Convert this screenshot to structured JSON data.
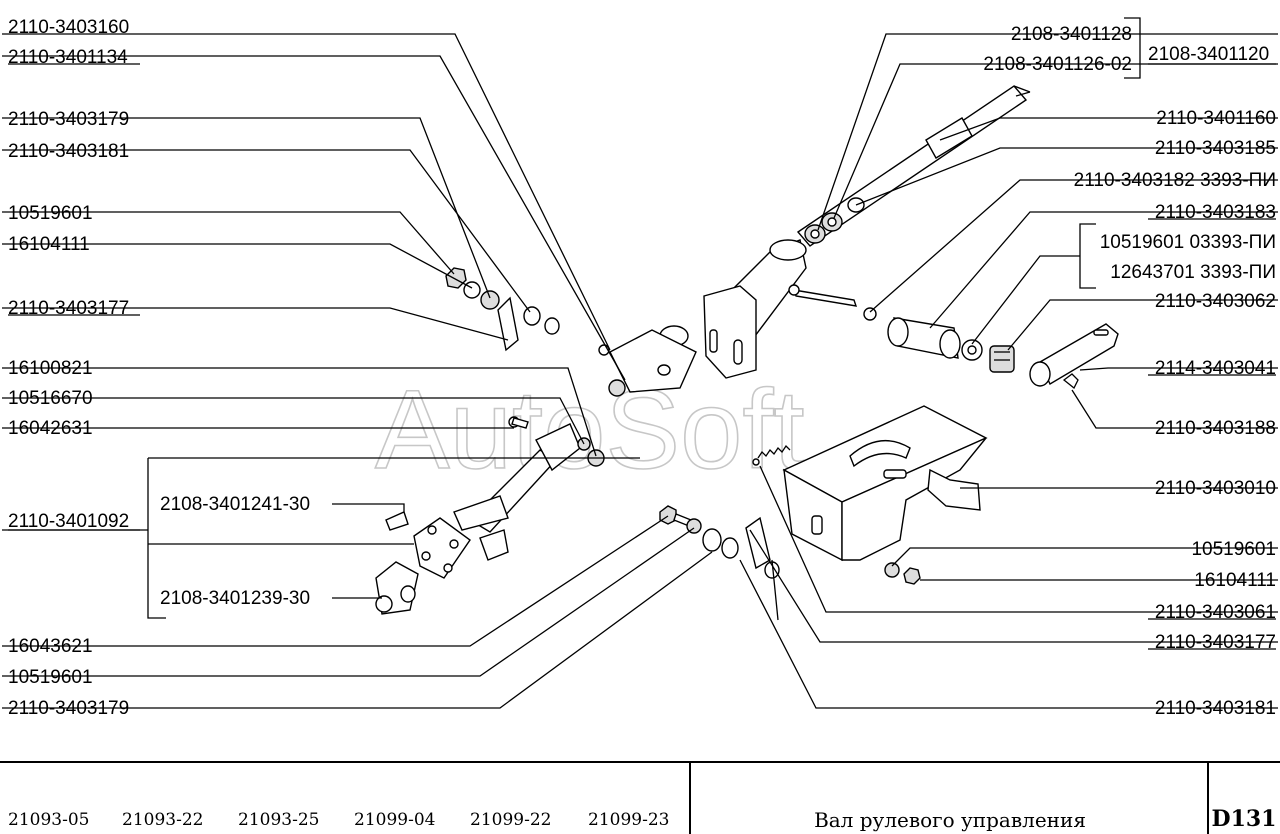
{
  "watermark": "AutoSoft",
  "labels_left": [
    "2110-3403160",
    "2110-3401134",
    "2110-3403179",
    "2110-3403181",
    "10519601",
    "16104111",
    "2110-3403177",
    "16100821",
    "10516670",
    "16042631",
    "2110-3401092",
    "16043621",
    "10519601",
    "2110-3403179"
  ],
  "labels_inner": [
    "2108-3401241-30",
    "2108-3401239-30"
  ],
  "labels_right": [
    "2108-3401128",
    "2108-3401126-02",
    "2110-3401160",
    "2110-3403185",
    "2110-3403182  3393-ПИ",
    "2110-3403183",
    "2110-3403062",
    "2114-3403041",
    "2110-3403188",
    "2110-3403010",
    "10519601",
    "16104111",
    "2110-3403061",
    "2110-3403177",
    "2110-3403181"
  ],
  "group_label": "2108-3401120",
  "bracket_labels": [
    "10519601  03393-ПИ",
    "12643701    3393-ПИ"
  ],
  "footer": {
    "models": [
      "21093-05",
      "21093-22",
      "21093-25",
      "21099-04",
      "21099-22",
      "21099-23"
    ],
    "title": "Вал рулевого управления",
    "code": "D131"
  }
}
